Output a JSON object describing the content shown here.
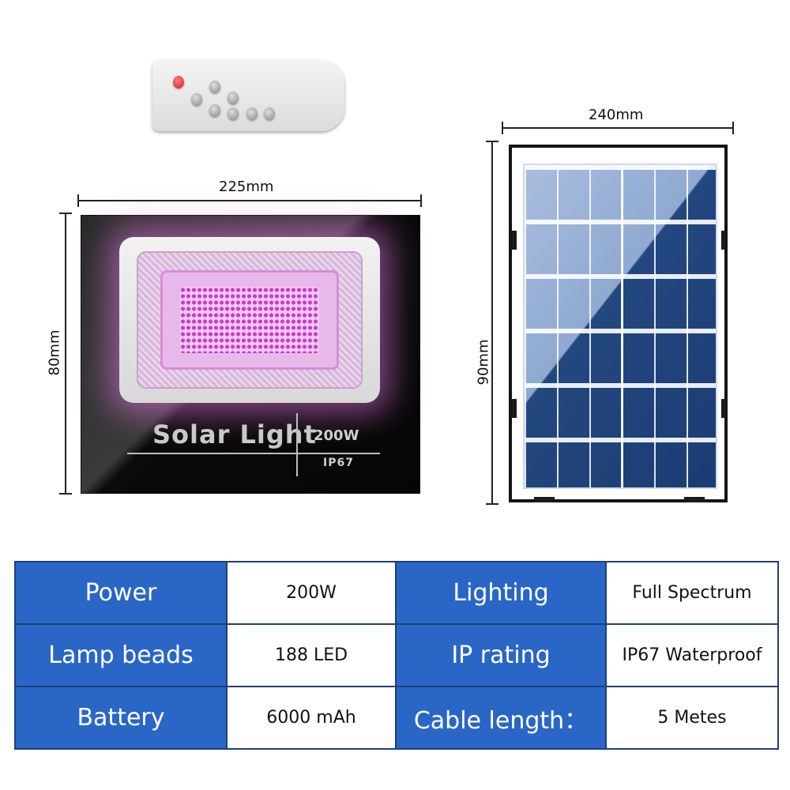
{
  "remote": {
    "buttons": 7
  },
  "lamp": {
    "brand": "Solar Light",
    "wattage": "200W",
    "ip_mark": "IP67",
    "width_label": "225mm",
    "height_label": "80mm",
    "glow_color": "#e07ee0"
  },
  "panel": {
    "width_label": "240mm",
    "height_label": "90mm",
    "cell_color_light": "#a9bede",
    "cell_color_dark": "#1b3c73"
  },
  "spec_table": {
    "rows": [
      {
        "k1": "Power",
        "v1": "200W",
        "k2": "Lighting",
        "v2": "Full Spectrum"
      },
      {
        "k1": "Lamp beads",
        "v1": "188 LED",
        "k2": "IP rating",
        "v2": "IP67 Waterproof"
      },
      {
        "k1": "Battery",
        "v1": "6000 mAh",
        "k2": "Cable length：",
        "v2": "5 Metes"
      }
    ],
    "header_color": "#2a66c5",
    "border_color": "#1d3f7a"
  }
}
